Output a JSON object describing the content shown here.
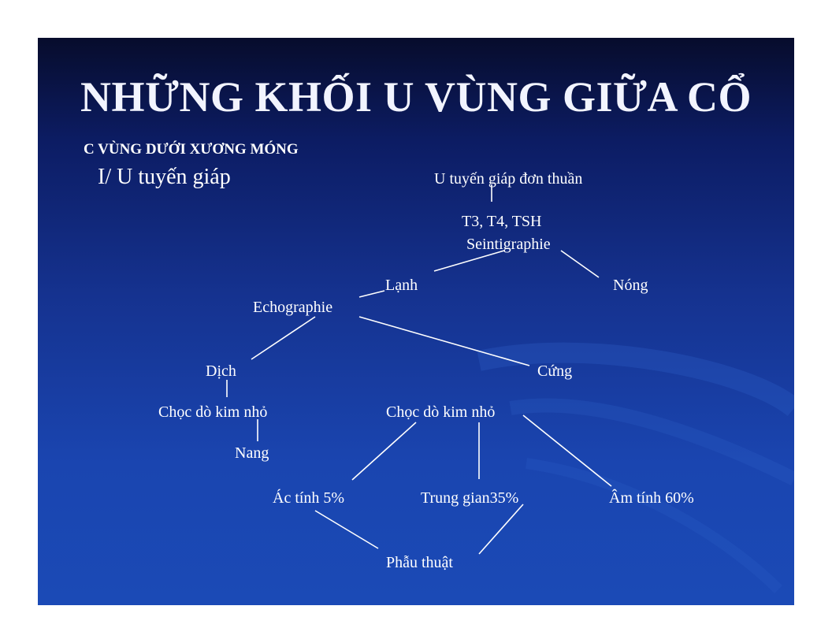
{
  "slide": {
    "title": "NHỮNG KHỐI U VÙNG GIỮA CỔ",
    "subtitle": "C VÙNG DƯỚI XƯƠNG MÓNG",
    "section": "I/ U tuyến giáp"
  },
  "diagram": {
    "nodes": {
      "root": "U tuyến giáp đơn  thuần",
      "tests": "T3, T4, TSH",
      "scinti": "Seintigraphie",
      "cold": "Lạnh",
      "hot": "Nóng",
      "echo": "Echographie",
      "fluid": "Dịch",
      "solid": "Cứng",
      "fna_fluid": "Chọc dò kim nhỏ",
      "cyst": "Nang",
      "fna_solid": "Chọc dò kim nhỏ",
      "malignant": "Ác tính 5%",
      "intermediate": "Trung gian35%",
      "benign": "Âm tính 60%",
      "surgery": "Phẫu thuật"
    }
  },
  "colors": {
    "slide_top": "#070c2c",
    "slide_bottom": "#1b4ab6",
    "text": "#ffffff"
  }
}
